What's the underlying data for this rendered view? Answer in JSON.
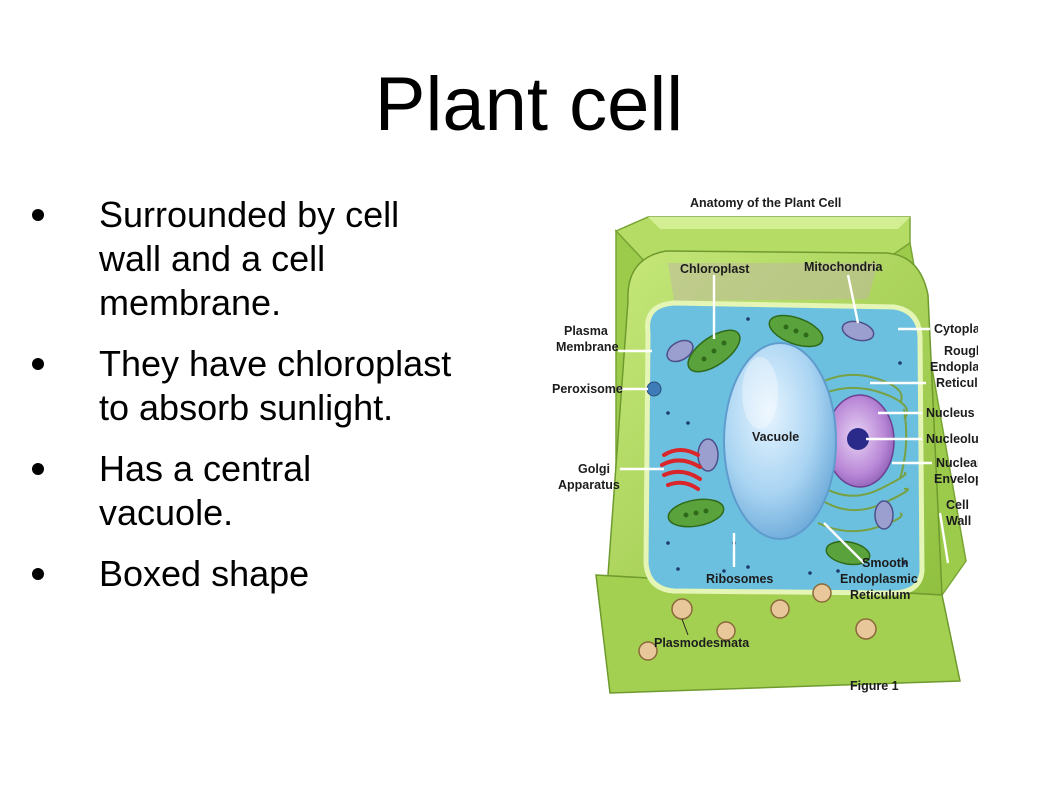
{
  "slide": {
    "title": "Plant cell",
    "bullets": [
      {
        "lines": [
          "Surrounded by cell",
          "wall and a cell",
          "membrane."
        ]
      },
      {
        "lines": [
          "They have chloroplast",
          "to absorb sunlight."
        ]
      },
      {
        "lines": [
          "Has a central",
          "vacuole."
        ]
      },
      {
        "lines": [
          "Boxed shape"
        ]
      }
    ]
  },
  "figure": {
    "heading": "Anatomy of the Plant Cell",
    "caption": "Figure 1",
    "labels": {
      "chloroplast": "Chloroplast",
      "mitochondria": "Mitochondria",
      "plasma_membrane": [
        "Plasma",
        "Membrane"
      ],
      "peroxisome": "Peroxisome",
      "golgi": [
        "Golgi",
        "Apparatus"
      ],
      "vacuole": "Vacuole",
      "cytoplasm": "Cytoplasm",
      "rough_er": [
        "Rough",
        "Endoplasmic",
        "Reticulum"
      ],
      "nucleus": "Nucleus",
      "nucleolus": "Nucleolus",
      "nuclear_envelope": [
        "Nuclear",
        "Envelope"
      ],
      "cell_wall": [
        "Cell",
        "Wall"
      ],
      "ribosomes": "Ribosomes",
      "smooth_er": [
        "Smooth",
        "Endoplasmic",
        "Reticulum"
      ],
      "plasmodesmata": "Plasmodesmata"
    },
    "colors": {
      "cell_wall": "#a8d45a",
      "cytoplasm": "#6cc0df",
      "vacuole": "#a9d4f2",
      "nucleus": "#b886d6",
      "chloroplast": "#5aa33c",
      "golgi": "#d9262b"
    }
  }
}
